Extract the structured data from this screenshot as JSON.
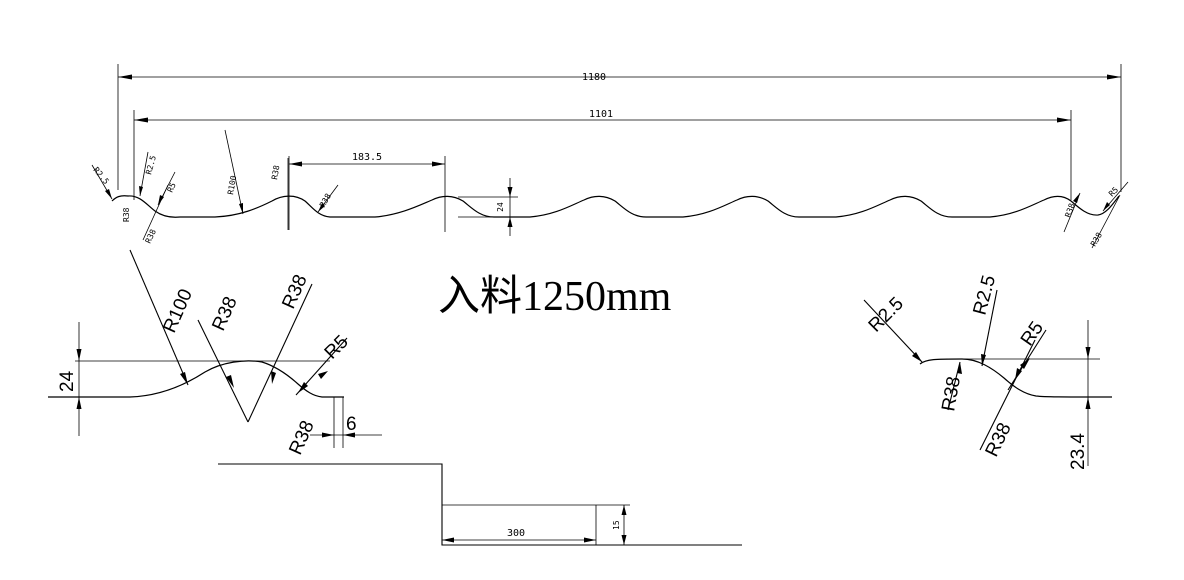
{
  "title": "入料1250mm",
  "top_profile": {
    "overall_width": "1180",
    "effective_width": "1101",
    "pitch": "183.5",
    "height": "24",
    "left_labels": [
      "R2.5",
      "R2.5",
      "R5",
      "R38",
      "R38",
      "R100",
      "R38",
      "R38"
    ],
    "right_labels": [
      "R38",
      "R5",
      "R38"
    ]
  },
  "left_detail": {
    "labels": {
      "r100": "R100",
      "r38_a": "R38",
      "r38_b": "R38",
      "r5": "R5",
      "r38_c": "R38",
      "height": "24",
      "edge": "6"
    }
  },
  "right_detail": {
    "labels": {
      "r2_5_a": "R2.5",
      "r2_5_b": "R2.5",
      "r5": "R5",
      "r38_a": "R38",
      "r38_b": "R38",
      "height": "23.4"
    }
  },
  "step_detail": {
    "length": "300",
    "step": "15"
  }
}
